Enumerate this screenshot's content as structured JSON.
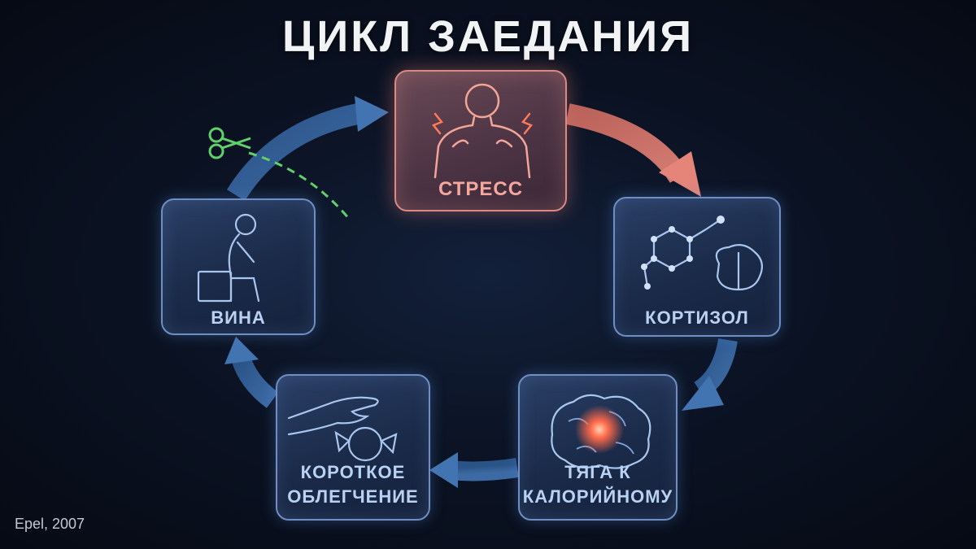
{
  "title": "ЦИКЛ ЗАЕДАНИЯ",
  "nodes": [
    {
      "id": "stress",
      "label": "СТРЕСС",
      "icon": "stressed-person-icon"
    },
    {
      "id": "cortisol",
      "label": "КОРТИЗОЛ",
      "icon": "molecule-brain-icon"
    },
    {
      "id": "craving",
      "label_line1": "ТЯГА К",
      "label_line2": "КАЛОРИЙНОМУ",
      "icon": "glowing-brain-icon"
    },
    {
      "id": "relief",
      "label_line1": "КОРОТКОЕ",
      "label_line2": "ОБЛЕГЧЕНИЕ",
      "icon": "hand-candy-icon"
    },
    {
      "id": "guilt",
      "label": "ВИНА",
      "icon": "sad-sitting-person-icon"
    }
  ],
  "arrows": [
    "stress-to-cortisol",
    "cortisol-to-craving",
    "craving-to-relief",
    "relief-to-guilt",
    "guilt-to-stress"
  ],
  "cut_marker": "scissors-icon",
  "citation": "Epel, 2007",
  "colors": {
    "accent_red": "#e07a6e",
    "accent_blue": "#3f6ea8",
    "cut_green": "#5fd06a"
  }
}
